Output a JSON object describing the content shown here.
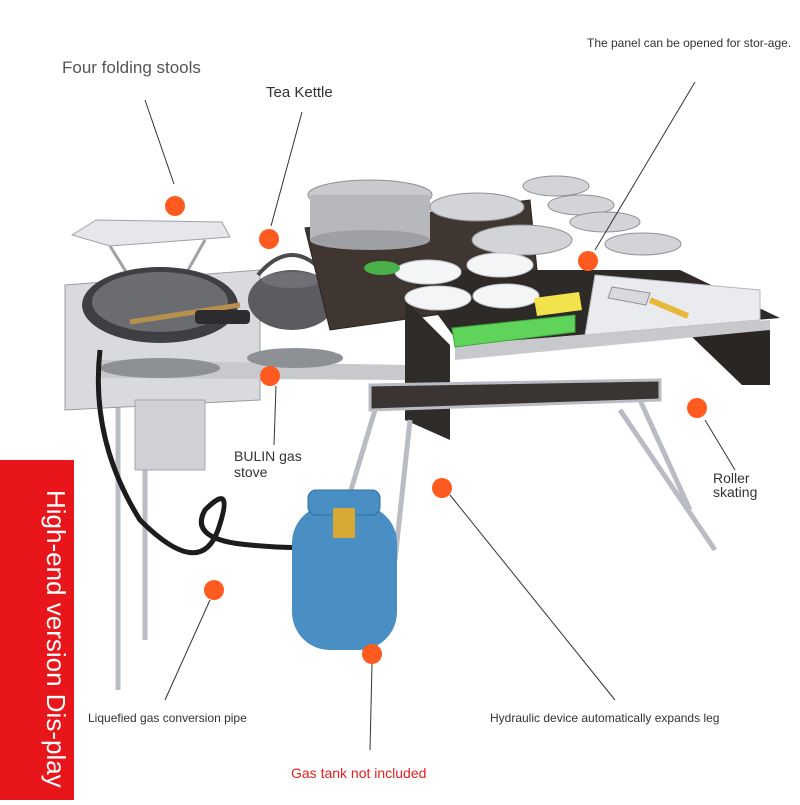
{
  "labels": {
    "stools": "Four folding stools",
    "kettle": "Tea Kettle",
    "panel": "The panel can be opened for stor-age.",
    "stove": "BULIN gas stove",
    "roller": "Roller skating",
    "pipe": "Liquefied gas conversion pipe",
    "hydraulic": "Hydraulic device automatically expands leg",
    "gas_tank": "Gas tank not included"
  },
  "banner": {
    "text": "High-end version Dis-play"
  },
  "colors": {
    "marker": "#ff5a1f",
    "banner": "#e8161b",
    "warning_text": "#e02020",
    "gas_tank": "#4a8fc4"
  }
}
